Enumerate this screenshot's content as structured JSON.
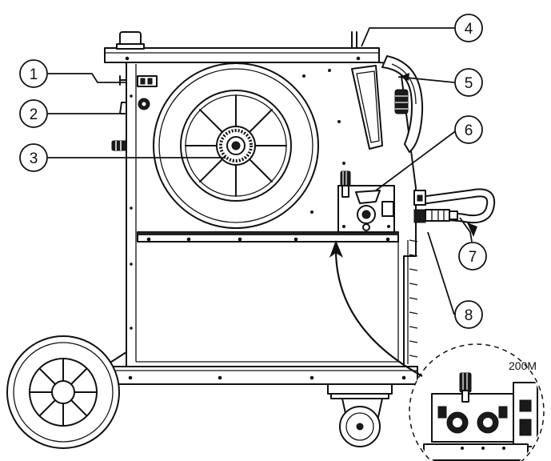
{
  "callouts": [
    {
      "label": "1"
    },
    {
      "label": "2"
    },
    {
      "label": "3"
    },
    {
      "label": "4"
    },
    {
      "label": "5"
    },
    {
      "label": "6"
    },
    {
      "label": "7"
    },
    {
      "label": "8"
    }
  ],
  "detail_inset": {
    "label": "200M"
  }
}
